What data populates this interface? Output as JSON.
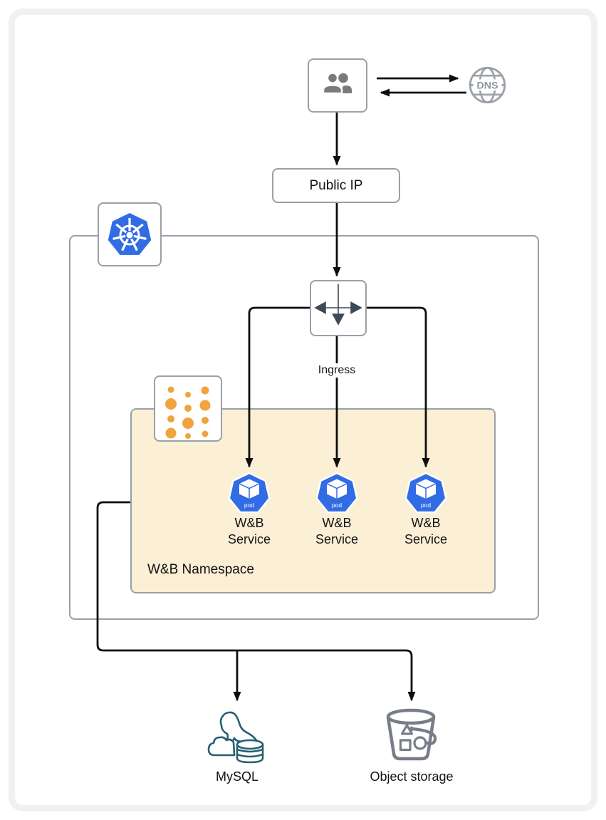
{
  "nodes": {
    "users": {
      "icon": "users-icon"
    },
    "dns": {
      "label": "DNS"
    },
    "public_ip": {
      "label": "Public IP"
    },
    "kubernetes": {
      "icon": "kubernetes-icon"
    },
    "ingress": {
      "label": "Ingress"
    },
    "namespace": {
      "label": "W&B Namespace"
    },
    "pods": [
      {
        "label": "W&B Service",
        "badge": "pod"
      },
      {
        "label": "W&B Service",
        "badge": "pod"
      },
      {
        "label": "W&B Service",
        "badge": "pod"
      }
    ],
    "mysql": {
      "label": "MySQL"
    },
    "object_storage": {
      "label": "Object storage"
    }
  },
  "colors": {
    "kubernetes_blue": "#326CE5",
    "namespace_dot_orange": "#EFA43D",
    "namespace_fill": "#FBEFD5",
    "box_border_gray": "#9AA0A8",
    "connector_black": "#0D0D0D",
    "ingress_glyph": "#3E4956",
    "users_gray": "#7A7A7A",
    "dns_gray": "#9BA1A8",
    "mysql_teal": "#25606F",
    "bucket_gray": "#787E88"
  }
}
